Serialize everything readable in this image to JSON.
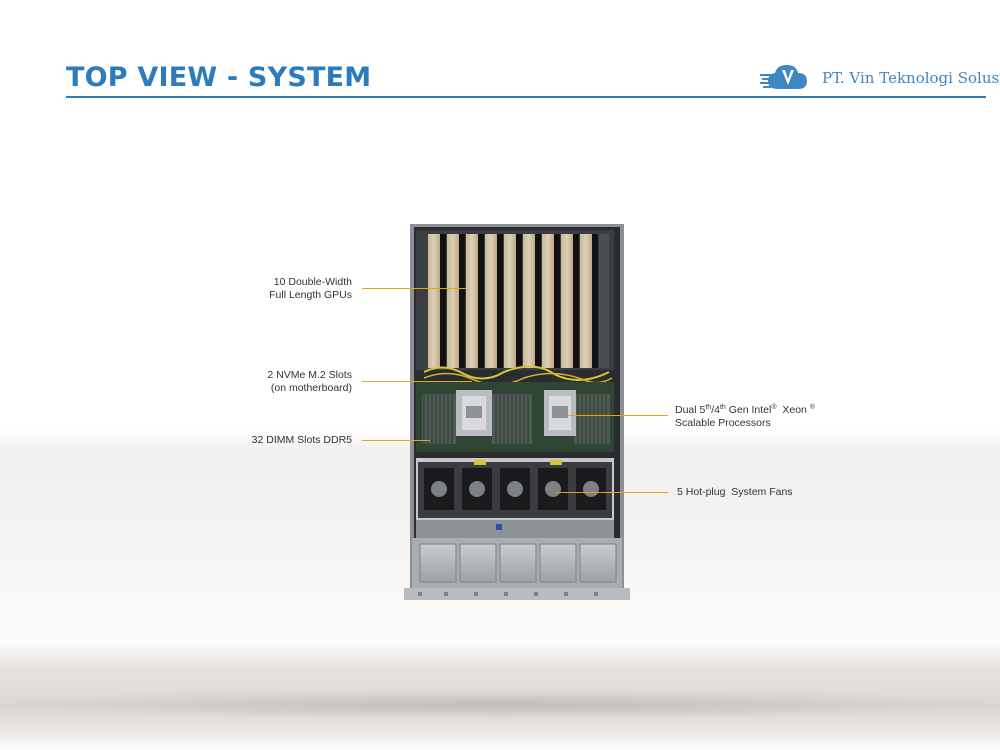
{
  "slide": {
    "title": "TOP VIEW - SYSTEM"
  },
  "logo": {
    "company_name": "PT. Vin Teknologi Solusi",
    "icon": "cloud-v-logo-icon",
    "color": "#3e86c4"
  },
  "colors": {
    "title": "#2b7bbd",
    "leader": "#e6a417"
  },
  "callouts": {
    "gpus": {
      "line1": "10 Double-Width",
      "line2": "Full Length GPUs"
    },
    "nvme": {
      "line1": "2 NVMe M.2 Slots",
      "line2": "(on motherboard)"
    },
    "dimm": {
      "line1": "32 DIMM Slots DDR5"
    },
    "cpu": {
      "part1": "Dual 5",
      "sup1": "th",
      "part2": "/4",
      "sup2": "th",
      "part3": " Gen Intel",
      "sup3": "®",
      "part4": "  Xeon ",
      "sup4": "®",
      "line2": "Scalable Processors"
    },
    "fans": {
      "line1": "5 Hot-plug  System Fans"
    }
  }
}
